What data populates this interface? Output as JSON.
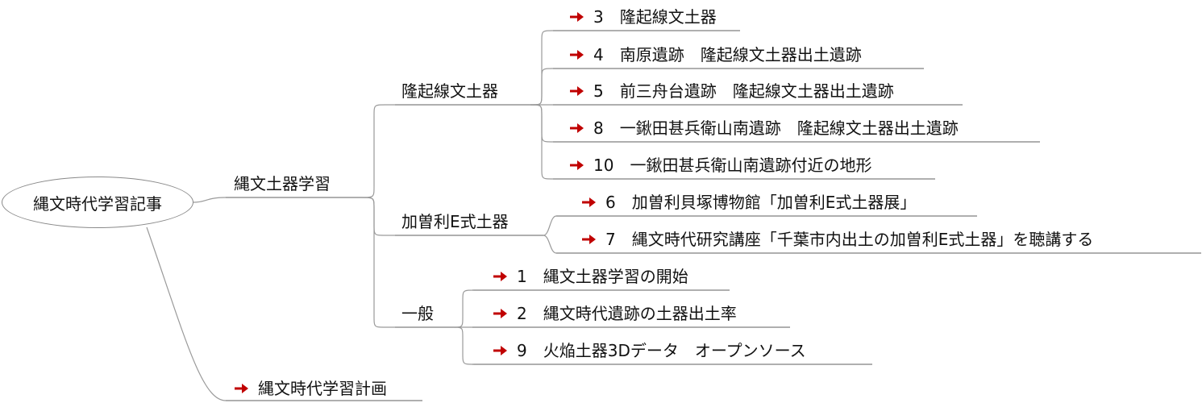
{
  "mindmap": {
    "root": "縄文時代学習記事",
    "branches": {
      "doki": {
        "label": "縄文土器学習",
        "ryuki": {
          "label": "隆起線文土器",
          "items": [
            "3　隆起線文土器",
            "4　南原遺跡　隆起線文土器出土遺跡",
            "5　前三舟台遺跡　隆起線文土器出土遺跡",
            "8　一鍬田甚兵衛山南遺跡　隆起線文土器出土遺跡",
            "10　一鍬田甚兵衛山南遺跡付近の地形"
          ]
        },
        "kasori": {
          "label": "加曽利E式土器",
          "items": [
            "6　加曽利貝塚博物館「加曽利E式土器展」",
            "7　縄文時代研究講座「千葉市内出土の加曽利E式土器」を聴講する"
          ]
        },
        "ippan": {
          "label": "一般",
          "items": [
            "1　縄文土器学習の開始",
            "2　縄文時代遺跡の土器出土率",
            "9　火焔土器3Dデータ　オープンソース"
          ]
        }
      },
      "keikaku": {
        "label": "縄文時代学習計画"
      }
    }
  },
  "colors": {
    "line": "#9a9a9a",
    "underline": "#7f7f7f",
    "arrow": "#c00000",
    "text": "#111111"
  },
  "icons": {
    "link_arrow": "red-right-arrow-icon"
  }
}
